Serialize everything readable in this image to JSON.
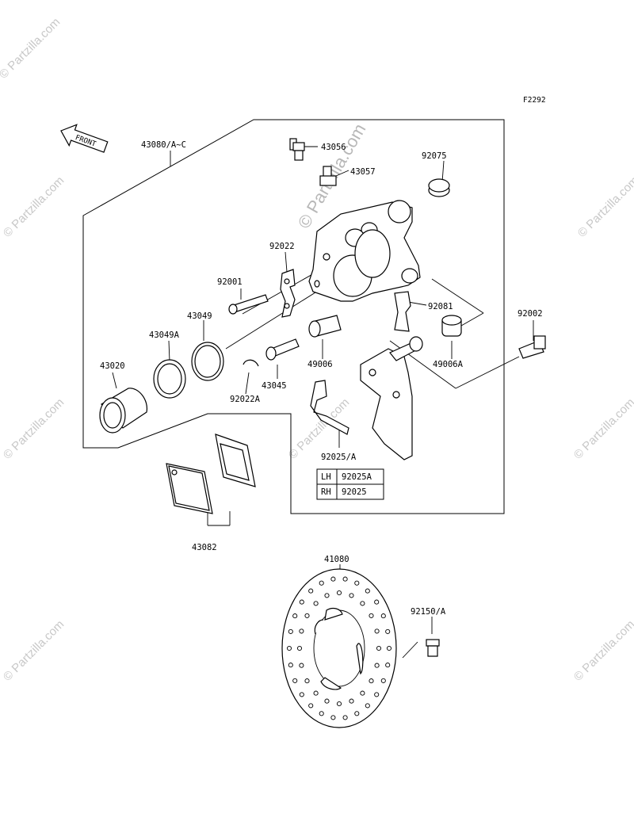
{
  "figure_ref": "F2292",
  "direction_arrow": "FRONT",
  "watermark": {
    "text": "© Partzilla.com",
    "center_text": "© Partzilla.com"
  },
  "parts": {
    "p43080": "43080/A~C",
    "p43056": "43056",
    "p43057": "43057",
    "p92075": "92075",
    "p92022": "92022",
    "p92001": "92001",
    "p92081": "92081",
    "p92002": "92002",
    "p43049": "43049",
    "p43049A": "43049A",
    "p43020": "43020",
    "p49006": "49006",
    "p49006A": "49006A",
    "p43045": "43045",
    "p92022A": "92022A",
    "p92025": "92025/A",
    "p43082": "43082",
    "p41080": "41080",
    "p92150": "92150/A"
  },
  "side_table": {
    "rows": [
      {
        "side": "LH",
        "part": "92025A"
      },
      {
        "side": "RH",
        "part": "92025"
      }
    ]
  }
}
